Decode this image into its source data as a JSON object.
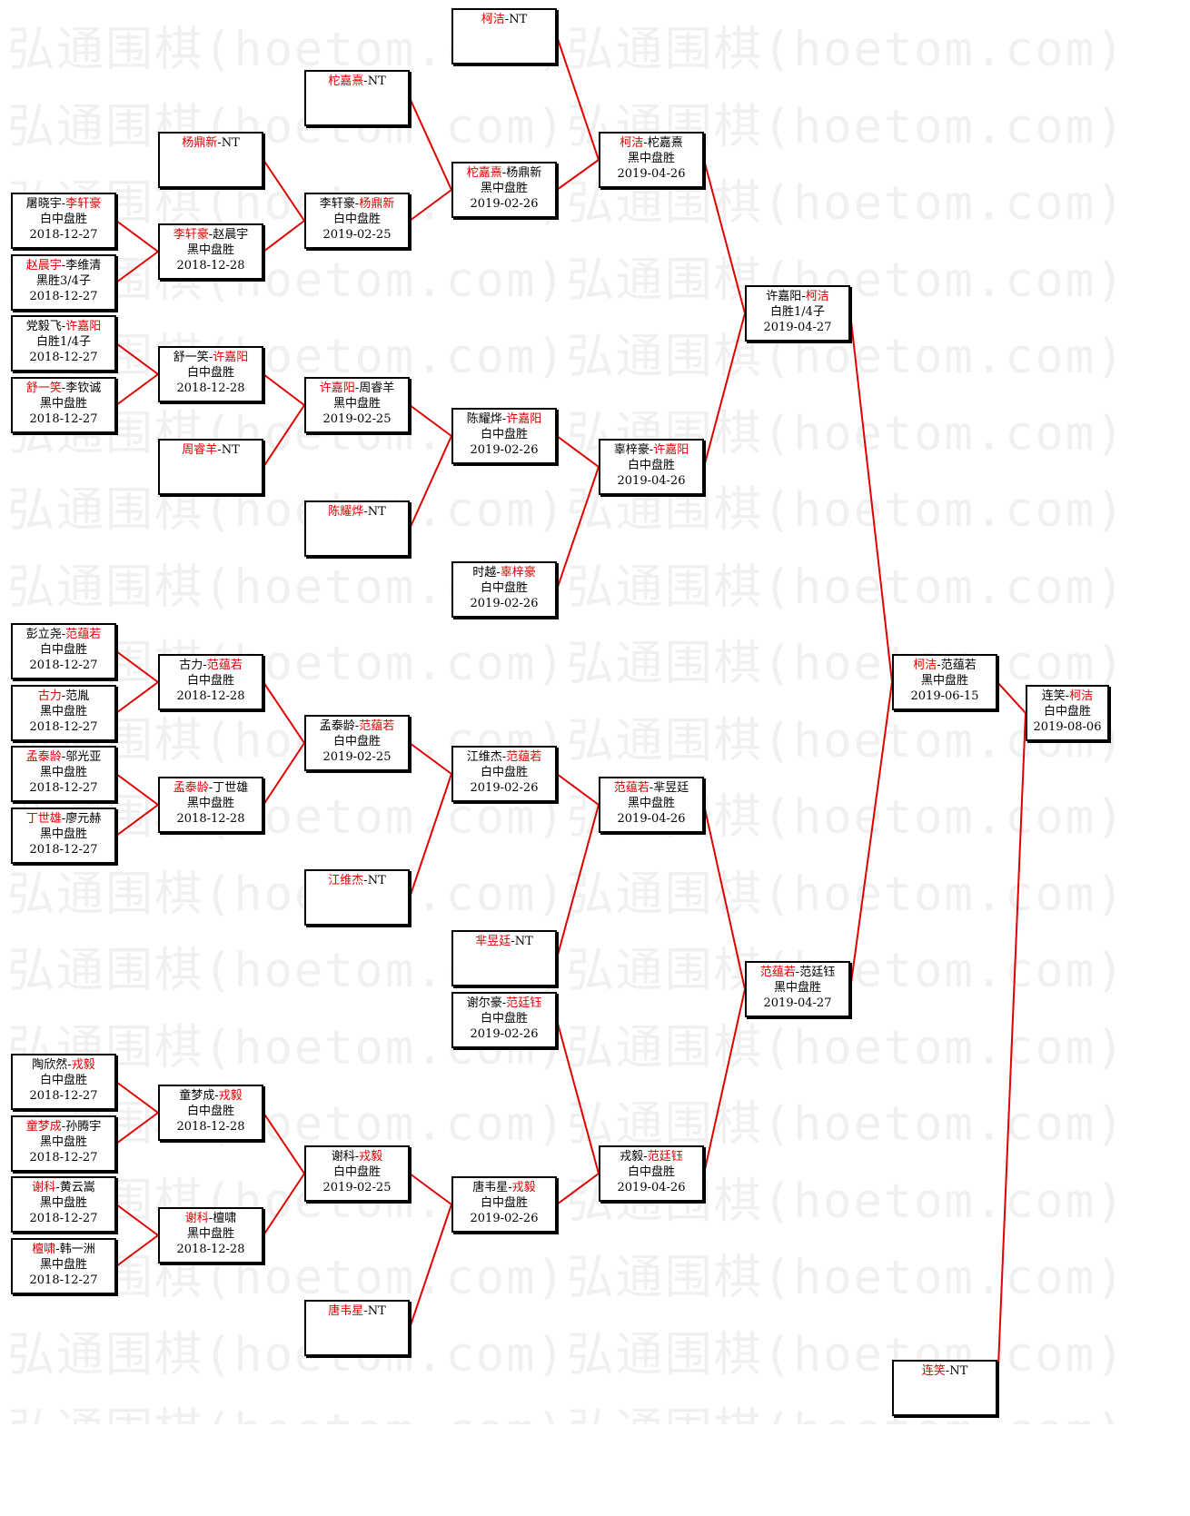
{
  "watermark_text": "弘通围棋(hoetom.com)弘通围棋(hoetom.com)",
  "colors": {
    "winner": "#e00000",
    "connector": "#e00000",
    "border": "#000000"
  },
  "matches": {
    "r1_1": {
      "p1": "屠晓宇",
      "p2": "李轩豪",
      "winner": 2,
      "result": "白中盘胜",
      "date": "2018-12-27"
    },
    "r1_2": {
      "p1": "赵晨宇",
      "p2": "李维清",
      "winner": 1,
      "result": "黑胜3/4子",
      "date": "2018-12-27"
    },
    "r1_3": {
      "p1": "党毅飞",
      "p2": "许嘉阳",
      "winner": 2,
      "result": "白胜1/4子",
      "date": "2018-12-27"
    },
    "r1_4": {
      "p1": "舒一笑",
      "p2": "李钦诚",
      "winner": 1,
      "result": "黑中盘胜",
      "date": "2018-12-27"
    },
    "r1_5": {
      "p1": "彭立尧",
      "p2": "范蕴若",
      "winner": 2,
      "result": "白中盘胜",
      "date": "2018-12-27"
    },
    "r1_6": {
      "p1": "古力",
      "p2": "范胤",
      "winner": 1,
      "result": "黑中盘胜",
      "date": "2018-12-27"
    },
    "r1_7": {
      "p1": "孟泰龄",
      "p2": "邬光亚",
      "winner": 1,
      "result": "黑中盘胜",
      "date": "2018-12-27"
    },
    "r1_8": {
      "p1": "丁世雄",
      "p2": "廖元赫",
      "winner": 1,
      "result": "黑中盘胜",
      "date": "2018-12-27"
    },
    "r1_9": {
      "p1": "陶欣然",
      "p2": "戎毅",
      "winner": 2,
      "result": "白中盘胜",
      "date": "2018-12-27"
    },
    "r1_10": {
      "p1": "童梦成",
      "p2": "孙腾宇",
      "winner": 1,
      "result": "黑中盘胜",
      "date": "2018-12-27"
    },
    "r1_11": {
      "p1": "谢科",
      "p2": "黄云嵩",
      "winner": 1,
      "result": "黑中盘胜",
      "date": "2018-12-27"
    },
    "r1_12": {
      "p1": "檀啸",
      "p2": "韩一洲",
      "winner": 1,
      "result": "黑中盘胜",
      "date": "2018-12-27"
    },
    "r2_1": {
      "p1": "杨鼎新",
      "p2": "NT",
      "winner": 1,
      "result": "",
      "date": ""
    },
    "r2_2": {
      "p1": "李轩豪",
      "p2": "赵晨宇",
      "winner": 1,
      "result": "黑中盘胜",
      "date": "2018-12-28"
    },
    "r2_3": {
      "p1": "舒一笑",
      "p2": "许嘉阳",
      "winner": 2,
      "result": "白中盘胜",
      "date": "2018-12-28"
    },
    "r2_4": {
      "p1": "周睿羊",
      "p2": "NT",
      "winner": 1,
      "result": "",
      "date": ""
    },
    "r2_5": {
      "p1": "古力",
      "p2": "范蕴若",
      "winner": 2,
      "result": "白中盘胜",
      "date": "2018-12-28"
    },
    "r2_6": {
      "p1": "孟泰龄",
      "p2": "丁世雄",
      "winner": 1,
      "result": "黑中盘胜",
      "date": "2018-12-28"
    },
    "r2_7": {
      "p1": "童梦成",
      "p2": "戎毅",
      "winner": 2,
      "result": "白中盘胜",
      "date": "2018-12-28"
    },
    "r2_8": {
      "p1": "谢科",
      "p2": "檀啸",
      "winner": 1,
      "result": "黑中盘胜",
      "date": "2018-12-28"
    },
    "r3_1": {
      "p1": "柁嘉熹",
      "p2": "NT",
      "winner": 1,
      "result": "",
      "date": ""
    },
    "r3_2": {
      "p1": "李轩豪",
      "p2": "杨鼎新",
      "winner": 2,
      "result": "白中盘胜",
      "date": "2019-02-25"
    },
    "r3_3": {
      "p1": "许嘉阳",
      "p2": "周睿羊",
      "winner": 1,
      "result": "黑中盘胜",
      "date": "2019-02-25"
    },
    "r3_4": {
      "p1": "陈耀烨",
      "p2": "NT",
      "winner": 1,
      "result": "",
      "date": ""
    },
    "r3_5": {
      "p1": "孟泰龄",
      "p2": "范蕴若",
      "winner": 2,
      "result": "白中盘胜",
      "date": "2019-02-25"
    },
    "r3_6": {
      "p1": "江维杰",
      "p2": "NT",
      "winner": 1,
      "result": "",
      "date": ""
    },
    "r3_7": {
      "p1": "谢科",
      "p2": "戎毅",
      "winner": 2,
      "result": "白中盘胜",
      "date": "2019-02-25"
    },
    "r3_8": {
      "p1": "唐韦星",
      "p2": "NT",
      "winner": 1,
      "result": "",
      "date": ""
    },
    "r4_1": {
      "p1": "柯洁",
      "p2": "NT",
      "winner": 1,
      "result": "",
      "date": ""
    },
    "r4_2": {
      "p1": "柁嘉熹",
      "p2": "杨鼎新",
      "winner": 1,
      "result": "黑中盘胜",
      "date": "2019-02-26"
    },
    "r4_3": {
      "p1": "陈耀烨",
      "p2": "许嘉阳",
      "winner": 2,
      "result": "白中盘胜",
      "date": "2019-02-26"
    },
    "r4_4": {
      "p1": "时越",
      "p2": "辜梓豪",
      "winner": 2,
      "result": "白中盘胜",
      "date": "2019-02-26"
    },
    "r4_5": {
      "p1": "江维杰",
      "p2": "范蕴若",
      "winner": 2,
      "result": "白中盘胜",
      "date": "2019-02-26"
    },
    "r4_6": {
      "p1": "芈昱廷",
      "p2": "NT",
      "winner": 1,
      "result": "",
      "date": ""
    },
    "r4_7": {
      "p1": "谢尔豪",
      "p2": "范廷钰",
      "winner": 2,
      "result": "白中盘胜",
      "date": "2019-02-26"
    },
    "r4_8": {
      "p1": "唐韦星",
      "p2": "戎毅",
      "winner": 2,
      "result": "白中盘胜",
      "date": "2019-02-26"
    },
    "r5_1": {
      "p1": "柯洁",
      "p2": "柁嘉熹",
      "winner": 1,
      "result": "黑中盘胜",
      "date": "2019-04-26"
    },
    "r5_2": {
      "p1": "辜梓豪",
      "p2": "许嘉阳",
      "winner": 2,
      "result": "白中盘胜",
      "date": "2019-04-26"
    },
    "r5_3": {
      "p1": "范蕴若",
      "p2": "芈昱廷",
      "winner": 1,
      "result": "黑中盘胜",
      "date": "2019-04-26"
    },
    "r5_4": {
      "p1": "戎毅",
      "p2": "范廷钰",
      "winner": 2,
      "result": "白中盘胜",
      "date": "2019-04-26"
    },
    "r6_1": {
      "p1": "许嘉阳",
      "p2": "柯洁",
      "winner": 2,
      "result": "白胜1/4子",
      "date": "2019-04-27"
    },
    "r6_2": {
      "p1": "范蕴若",
      "p2": "范廷钰",
      "winner": 1,
      "result": "黑中盘胜",
      "date": "2019-04-27"
    },
    "r7_1": {
      "p1": "柯洁",
      "p2": "范蕴若",
      "winner": 1,
      "result": "黑中盘胜",
      "date": "2019-06-15"
    },
    "r7_2": {
      "p1": "连笑",
      "p2": "NT",
      "winner": 1,
      "result": "",
      "date": ""
    },
    "final": {
      "p1": "连笑",
      "p2": "柯洁",
      "winner": 2,
      "result": "白中盘胜",
      "date": "2019-08-06"
    }
  }
}
